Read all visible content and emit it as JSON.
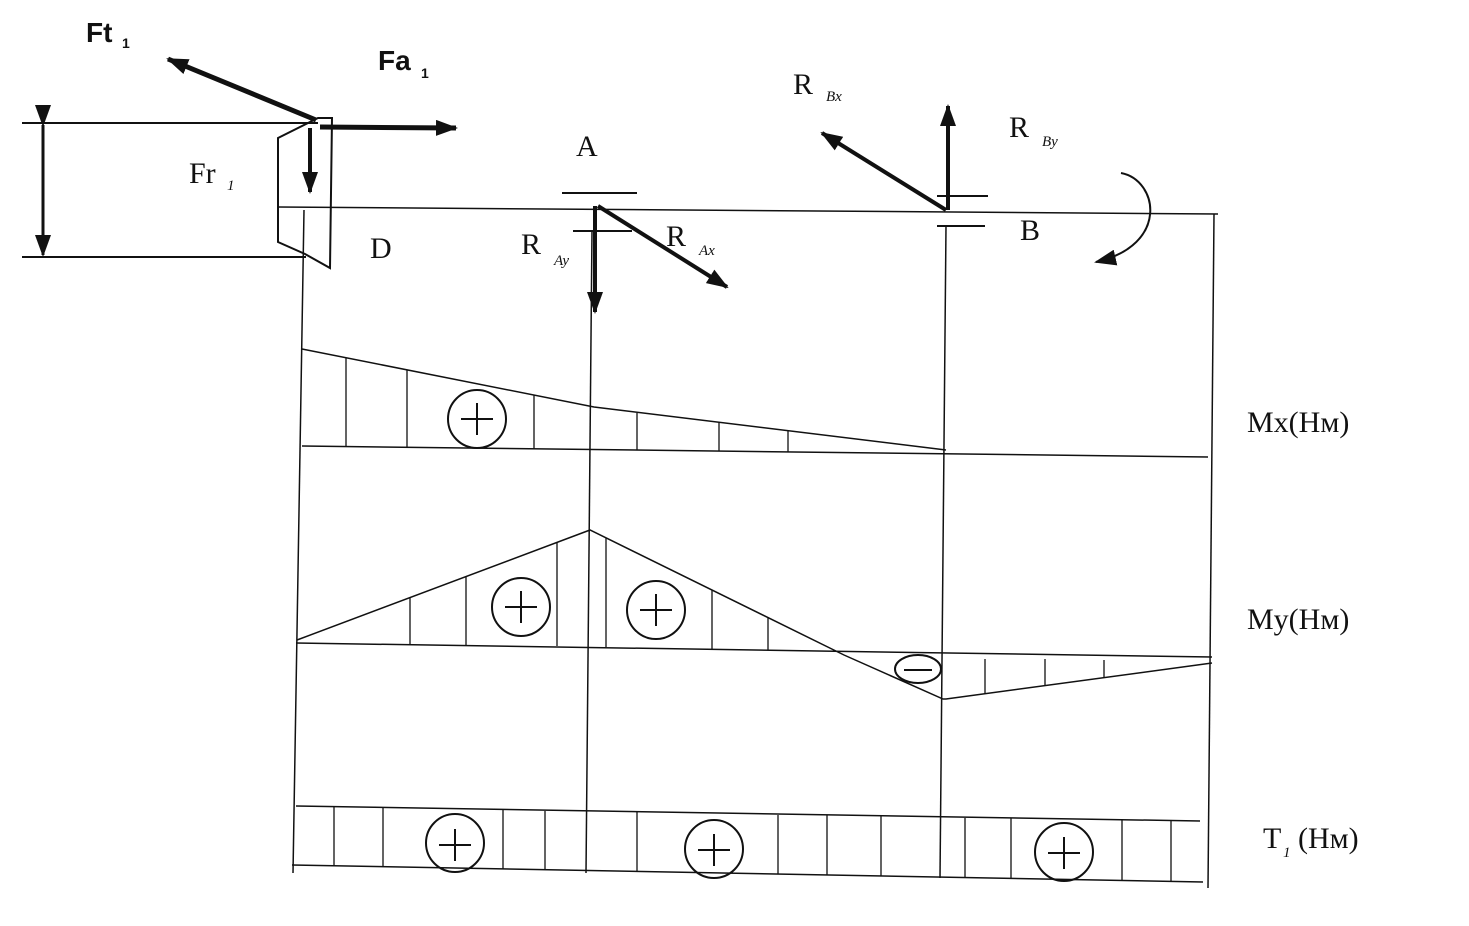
{
  "forces": {
    "ft1": {
      "main": "Ft",
      "sub": "1"
    },
    "fa1": {
      "main": "Fa",
      "sub": "1"
    },
    "fr1": {
      "main": "Fr",
      "sub": "1"
    },
    "rbx": {
      "main": "R",
      "sub": "Bx"
    },
    "rby": {
      "main": "R",
      "sub": "By"
    },
    "ray": {
      "main": "R",
      "sub": "Ay"
    },
    "rax": {
      "main": "R",
      "sub": "Ax"
    }
  },
  "points": {
    "a": "A",
    "b": "B",
    "d": "D"
  },
  "diagrams": {
    "mx": {
      "label": "Mx(Нм)"
    },
    "my": {
      "label": "My(Нм)"
    },
    "t1": {
      "main": "T",
      "sub": "1",
      "unit": "(Нм)"
    }
  },
  "signs": {
    "plus": "+",
    "minus": "−"
  }
}
